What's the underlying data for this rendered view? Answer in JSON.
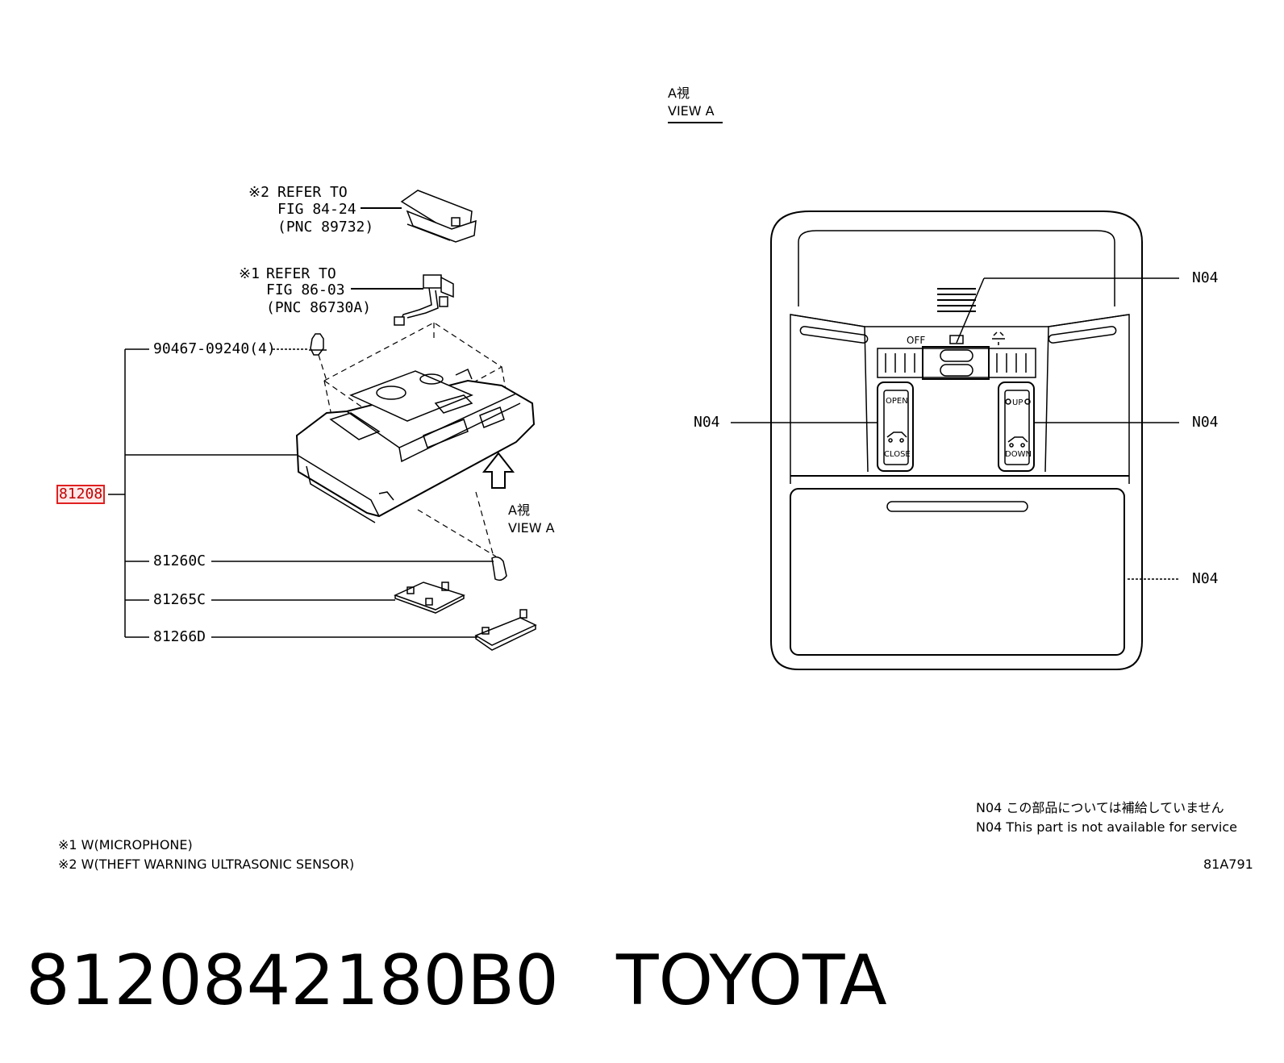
{
  "view_a_header": {
    "jp": "A視",
    "en": "VIEW A"
  },
  "view_a_arrow": {
    "jp": "A視",
    "en": "VIEW A"
  },
  "refer2": {
    "mark": "※2",
    "line1": "REFER TO",
    "line2": "FIG 84-24",
    "line3": "(PNC 89732)"
  },
  "refer1": {
    "mark": "※1",
    "line1": "REFER TO",
    "line2": "FIG 86-03",
    "line3": "(PNC 86730A)"
  },
  "parts": {
    "clip": "90467-09240(4)",
    "main": "81208",
    "bulb": "81260C",
    "cover1": "81265C",
    "cover2": "81266D"
  },
  "view_a_callouts": {
    "top": "N04",
    "left": "N04",
    "right": "N04",
    "bottom": "N04"
  },
  "console_labels": {
    "off": "OFF",
    "open": "OPEN",
    "close": "CLOSE",
    "up": "UP",
    "down": "DOWN"
  },
  "footnotes": {
    "n1": "※1 W(MICROPHONE)",
    "n2": "※2 W(THEFT WARNING ULTRASONIC SENSOR)"
  },
  "service_note": {
    "jp": "N04 この部品については補給していません",
    "en": "N04 This part is not available for service"
  },
  "figure_code": "81A791",
  "part_number": "8120842180B0",
  "brand": "TOYOTA",
  "colors": {
    "highlight": "#e02020",
    "line": "#000000"
  }
}
